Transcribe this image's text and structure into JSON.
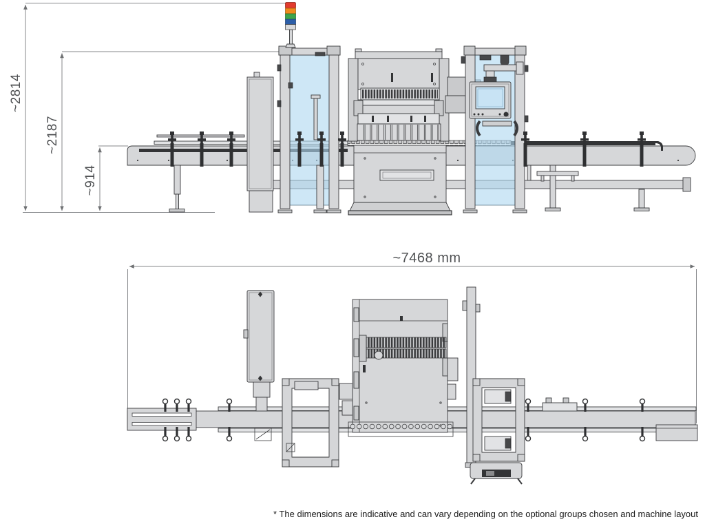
{
  "drawing": {
    "title": "machine-dimension-drawing",
    "footnote": "* The dimensions are indicative and can vary depending on the optional groups chosen and machine layout"
  },
  "dimensions": {
    "overall_height": "~2814",
    "intermediate_height": "~2187",
    "conveyor_height": "~914",
    "overall_length": "~7468 mm"
  },
  "icons": {
    "signal_tower": "signal-tower-stack-light",
    "hmi": "hmi-touch-panel"
  },
  "colors": {
    "machine_gray": "#d6d7d9",
    "outline": "#3a3b3d",
    "guard_panel_blue": "#b0d9f1",
    "dimension_lines": "#85878a",
    "dimension_text": "#4f5153",
    "signal_red": "#e23b2e",
    "signal_orange": "#f08a1d",
    "signal_green": "#3ea44b",
    "signal_blue": "#2c5ea8",
    "signal_base": "#d8d9db"
  }
}
